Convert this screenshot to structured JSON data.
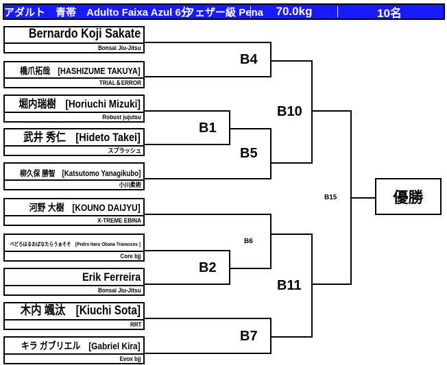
{
  "header": {
    "division": "アダルト　青帯　Adulto Faixa Azul 6分",
    "weight_class": "フェザー級 Pena",
    "weight_limit": "70.0kg",
    "count": "10名",
    "bg_color": "#1a1aff"
  },
  "competitors": [
    {
      "name": "Bernardo Koji Sakate",
      "team": "Bonsai Jiu-Jitsu"
    },
    {
      "name": "橋爪拓哉　[HASHIZUME TAKUYA]",
      "team": "TRIAL＆ERROR"
    },
    {
      "name": "堀内瑞樹　[Horiuchi Mizuki]",
      "team": "Robust jujutsu"
    },
    {
      "name": "武井 秀仁　[Hideto Takei]",
      "team": "スプラッシュ"
    },
    {
      "name": "柳久保 勝智　[Katsutomo Yanagikubo]",
      "team": "小川柔術"
    },
    {
      "name": "河野 大樹　[KOUNO DAIJYU]",
      "team": "X-TREME EBINA"
    },
    {
      "name": "べどろはるおばなたらうぁそそ　[Pedro Haru Obana Travassos ]",
      "team": "Core bjj"
    },
    {
      "name": "Erik Ferreira",
      "team": "Bonsai Jiu-Jitsu"
    },
    {
      "name": "木内 颯汰　[Kiuchi Sota]",
      "team": "RRT"
    },
    {
      "name": "キラ ガブリエル　[Gabriel Kira]",
      "team": "Evox bjj"
    }
  ],
  "bouts": {
    "b1": "B1",
    "b2": "B2",
    "b4": "B4",
    "b5": "B5",
    "b6": "B6",
    "b7": "B7",
    "b10": "B10",
    "b11": "B11",
    "b15": "B15"
  },
  "champion_label": "優勝"
}
